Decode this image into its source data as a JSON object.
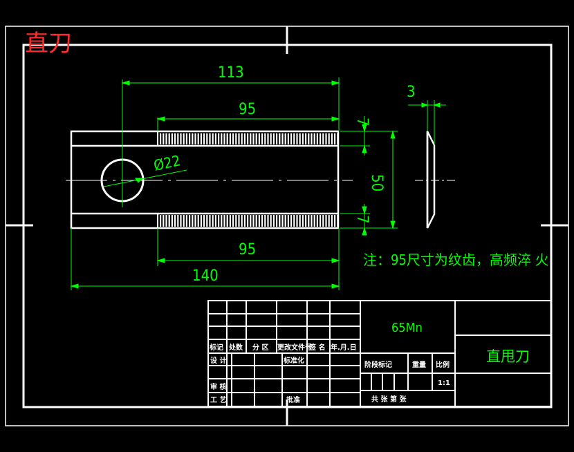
{
  "title_red": "直刀",
  "dims": {
    "d113": "113",
    "d95_top": "95",
    "d95_bottom": "95",
    "d140": "140",
    "d7_top": "7",
    "d7_bottom": "7",
    "d50": "50",
    "d3": "3",
    "phi22": "Ø22"
  },
  "note": "注：95尺寸为纹齿，高频淬  火",
  "title_block": {
    "material": "65Mn",
    "part_name": "直甩刀",
    "scale": "1:1",
    "row_labels": [
      "标记",
      "处数",
      "分 区",
      "更改文件号",
      "签 名",
      "年.月.日"
    ],
    "design": "设 计",
    "standardize": "标准化",
    "review": "审 核",
    "process": "工 艺",
    "approve": "批准",
    "stage_mark": "阶段标记",
    "weight": "重量",
    "ratio": "比例",
    "sheets": "共   张   第   张"
  },
  "colors": {
    "background": "#000000",
    "lines": "#ffffff",
    "dimension": "#00ff00",
    "title": "#ff2a2a"
  }
}
